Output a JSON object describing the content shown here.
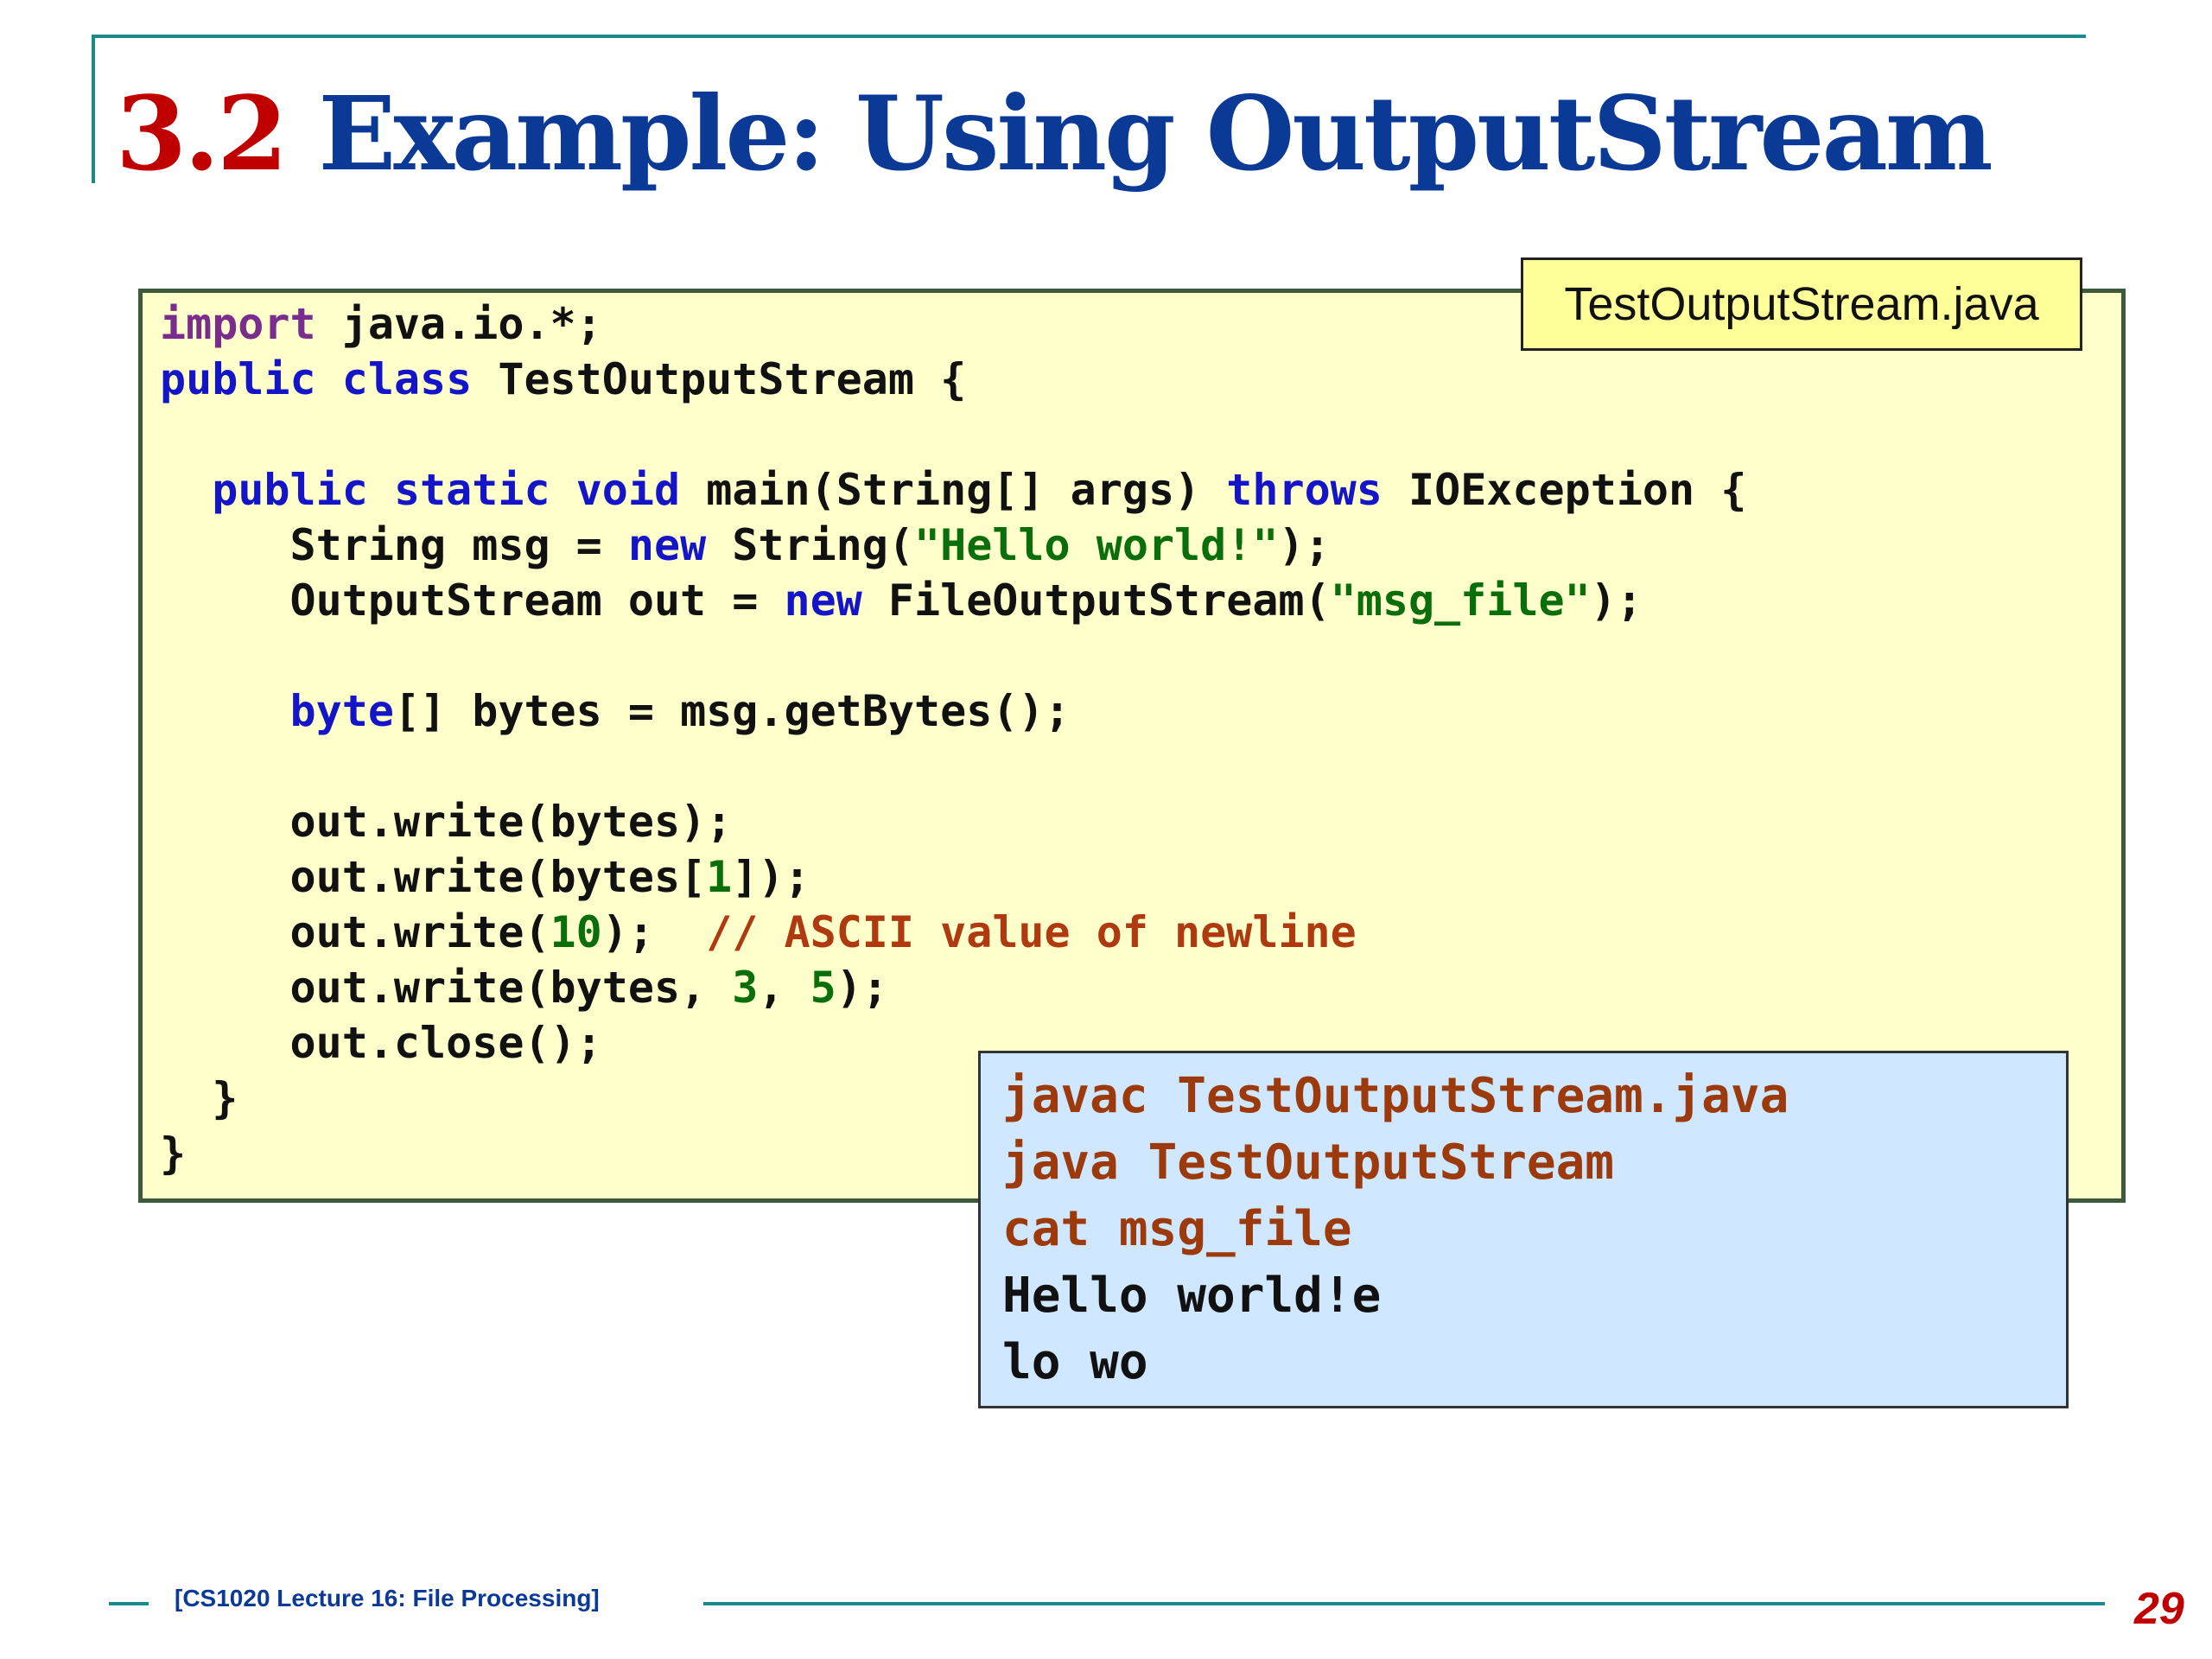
{
  "title": {
    "number": "3.2",
    "text": "Example: Using OutputStream"
  },
  "file_label": "TestOutputStream.java",
  "code": {
    "l1_kw": "import",
    "l1_rest": " java.io.*;",
    "l2_kw1": "public",
    "l2_kw2": "class",
    "l2_rest": " TestOutputStream {",
    "l4_kw1": "public",
    "l4_kw2": "static",
    "l4_kw3": "void",
    "l4_mid": " main(String[] args) ",
    "l4_kw4": "throws",
    "l4_rest": " IOException {",
    "l5_a": "String msg = ",
    "l5_kw": "new",
    "l5_b": " String(",
    "l5_str": "\"Hello world!\"",
    "l5_c": ");",
    "l6_a": "OutputStream out = ",
    "l6_kw": "new",
    "l6_b": " FileOutputStream(",
    "l6_str": "\"msg_file\"",
    "l6_c": ");",
    "l8_kw": "byte",
    "l8_rest": "[] bytes = msg.getBytes();",
    "l10": "out.write(bytes);",
    "l11_a": "out.write(bytes[",
    "l11_num": "1",
    "l11_b": "]);",
    "l12_a": "out.write(",
    "l12_num": "10",
    "l12_b": ");  ",
    "l12_cmt": "// ASCII value of newline",
    "l13_a": "out.write(bytes, ",
    "l13_n1": "3",
    "l13_b": ", ",
    "l13_n2": "5",
    "l13_c": ");",
    "l14": "out.close();",
    "l15": "}",
    "l16": "}"
  },
  "terminal": {
    "cmd1": "javac TestOutputStream.java",
    "cmd2": "java TestOutputStream",
    "cmd3": "cat msg_file",
    "out1": "Hello world!e",
    "out2": "lo wo"
  },
  "footer": {
    "course": "[CS1020 Lecture 16: File Processing]",
    "page": "29"
  },
  "colors": {
    "title_number": "#c00000",
    "title_text": "#0b3a96",
    "code_bg": "#ffffcc",
    "label_bg": "#ffff99",
    "terminal_bg": "#cfe7ff",
    "keyword": "#1414c8",
    "string_literal": "#0a6e0a",
    "comment": "#b03a10",
    "terminal_command": "#9c3a0c",
    "rule": "#1a8a8a"
  }
}
